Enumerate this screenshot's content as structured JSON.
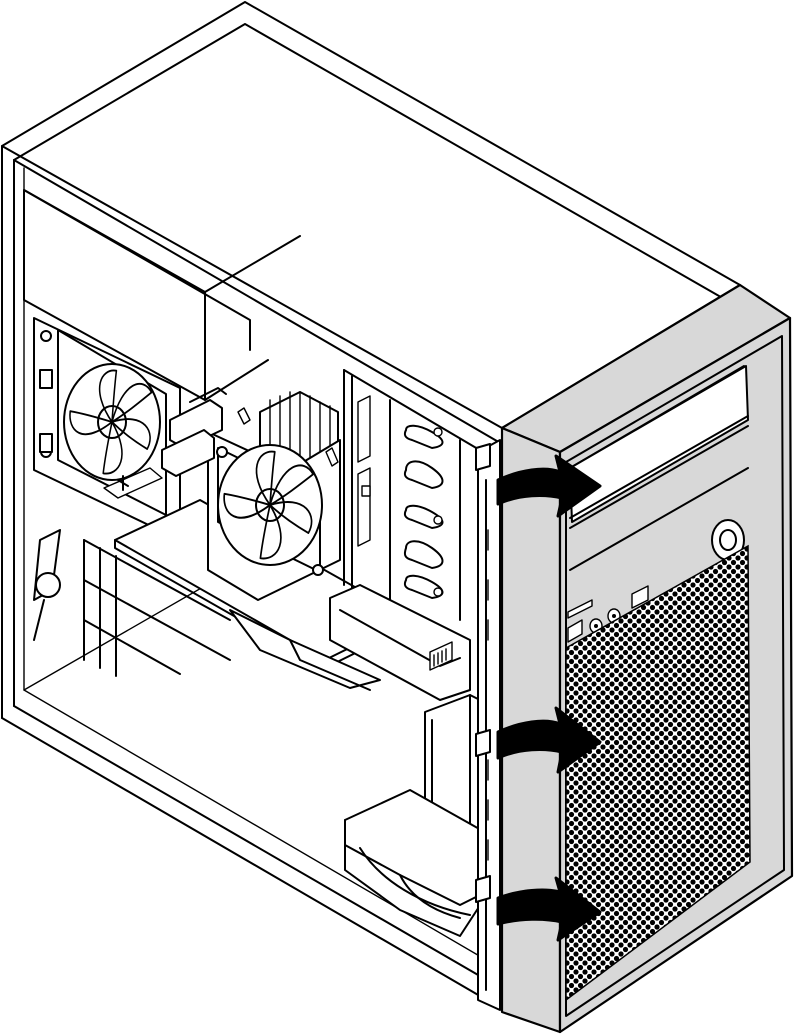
{
  "figure": {
    "colors": {
      "line": "#000000",
      "background": "#ffffff",
      "bezel": "#d8d8d8",
      "arrow": "#000000"
    },
    "arrows": [
      {
        "name": "top-release-arrow",
        "direction": "outward"
      },
      {
        "name": "middle-release-arrow",
        "direction": "outward"
      },
      {
        "name": "bottom-release-arrow",
        "direction": "outward"
      }
    ]
  }
}
